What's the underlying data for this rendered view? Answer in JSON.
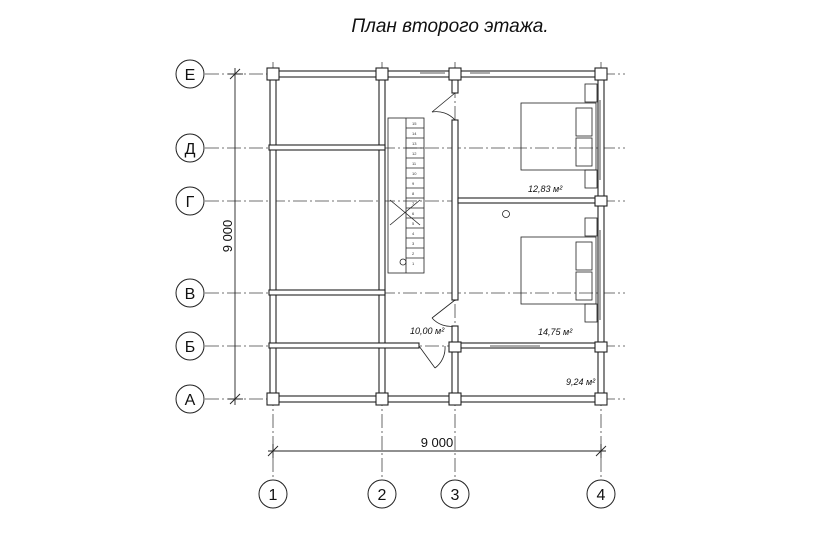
{
  "title": "План второго этажа.",
  "axes": {
    "rows": [
      "Е",
      "Д",
      "Г",
      "В",
      "Б",
      "А"
    ],
    "columns": [
      "1",
      "2",
      "3",
      "4"
    ]
  },
  "dimensions": {
    "horizontal": "9 000",
    "vertical": "9 000"
  },
  "areas": [
    {
      "id": "bedroom-top",
      "label": "12,83 м²"
    },
    {
      "id": "hall",
      "label": "10,00 м²"
    },
    {
      "id": "bedroom-bottom",
      "label": "14,75 м²"
    },
    {
      "id": "balcony",
      "label": "9,24 м²"
    }
  ],
  "stair_steps": [
    "1",
    "2",
    "3",
    "4",
    "5",
    "6",
    "7",
    "8",
    "9",
    "10",
    "11",
    "12",
    "13",
    "14",
    "15"
  ]
}
